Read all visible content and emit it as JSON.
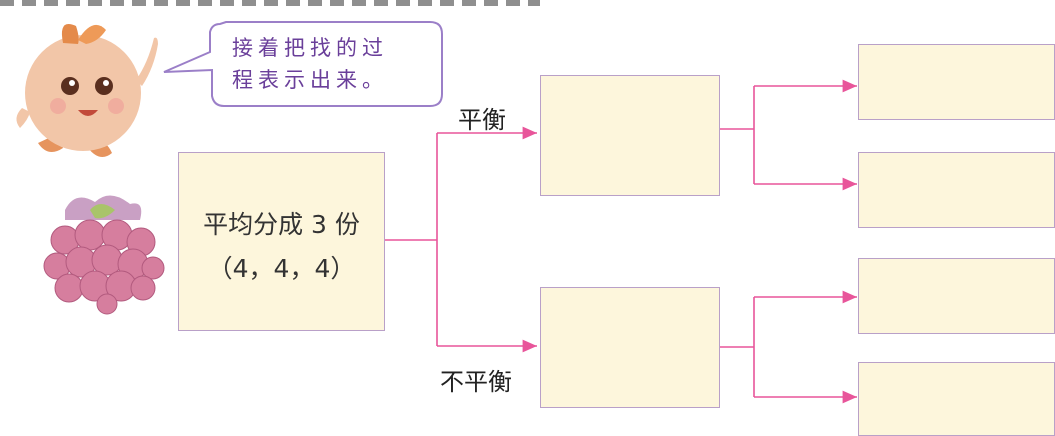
{
  "speech_bubble": {
    "line1": "接着把找的过",
    "line2": "程表示出来。"
  },
  "start_box": {
    "line1": "平均分成 3 份",
    "line2": "（4，4，4）"
  },
  "branches": {
    "balanced_label": "平衡",
    "unbalanced_label": "不平衡"
  },
  "colors": {
    "box_fill": "#fdf6dc",
    "box_border": "#b9a0c8",
    "connector": "#e8559a",
    "bubble_border": "#9b7fc8"
  },
  "icons": {
    "character": "peach-character-icon",
    "fruit": "grape-bunch-icon"
  }
}
